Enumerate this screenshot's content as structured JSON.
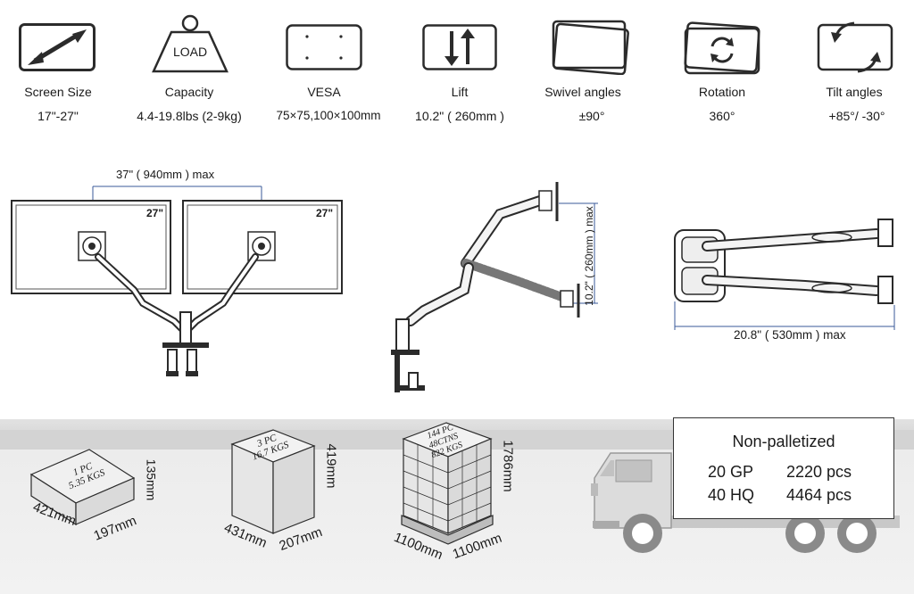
{
  "specs": [
    {
      "label": "Screen Size",
      "value": "17\"-27\"",
      "icon": "diagonal-arrow-icon"
    },
    {
      "label": "Capacity",
      "value": "4.4-19.8lbs (2-9kg)",
      "icon": "weight-icon",
      "icon_text": "LOAD"
    },
    {
      "label": "VESA",
      "value": "75×75,100×100mm",
      "icon": "vesa-holes-icon"
    },
    {
      "label": "Lift",
      "value": "10.2\" ( 260mm )",
      "icon": "up-down-arrows-icon"
    },
    {
      "label": "Swivel angles",
      "value": "±90°",
      "icon": "swivel-icon"
    },
    {
      "label": "Rotation",
      "value": "360°",
      "icon": "rotation-icon"
    },
    {
      "label": "Tilt angles",
      "value": "+85°/  -30°",
      "icon": "tilt-icon"
    }
  ],
  "diagrams": {
    "dual_width": "37\" ( 940mm ) max",
    "monitor_left_size": "27\"",
    "monitor_right_size": "27\"",
    "lift_height": "10.2\" ( 260mm ) max",
    "arm_reach": "20.8\" ( 530mm ) max"
  },
  "packaging": [
    {
      "label_line1": "1 PC",
      "label_line2": "5.35 KGS",
      "height": "135mm",
      "length": "421mm",
      "width": "197mm"
    },
    {
      "label_line1": "3 PC",
      "label_line2": "16.7 KGS",
      "height": "419mm",
      "length": "431mm",
      "width": "207mm"
    },
    {
      "label_line1": "144 PC",
      "label_line2": "48CTNS",
      "label_line3": "822 KGS",
      "height": "1786mm",
      "length": "1100mm",
      "width": "1100mm"
    }
  ],
  "shipping": {
    "title": "Non-palletized",
    "rows": [
      {
        "container": "20 GP",
        "quantity": "2220 pcs"
      },
      {
        "container": "40 HQ",
        "quantity": "4464 pcs"
      }
    ]
  },
  "colors": {
    "line": "#2b2b2b",
    "floor": "#d6d6d6"
  }
}
